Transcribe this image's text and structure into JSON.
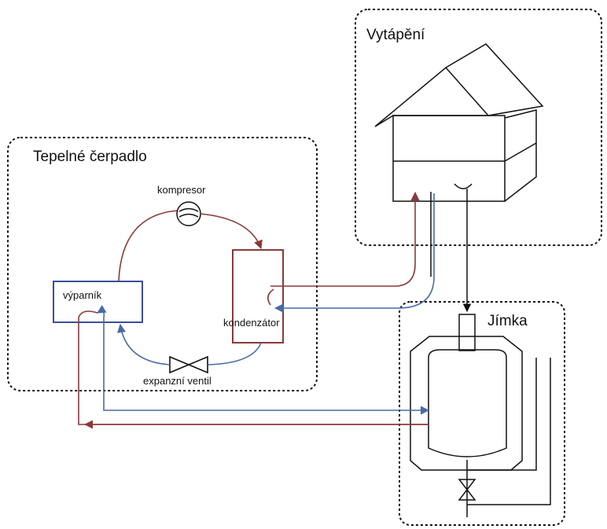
{
  "labels": {
    "heating": "Vytápění",
    "heat_pump": "Tepelné čerpadlo",
    "compressor": "kompresor",
    "evaporator": "výparník",
    "condenser": "kondenzátor",
    "expansion_valve": "expanzní ventil",
    "tank": "Jímka"
  },
  "colors": {
    "hot_pipe": "#8a3a3a",
    "cold_pipe": "#4a6aa8",
    "outline": "#111111"
  }
}
